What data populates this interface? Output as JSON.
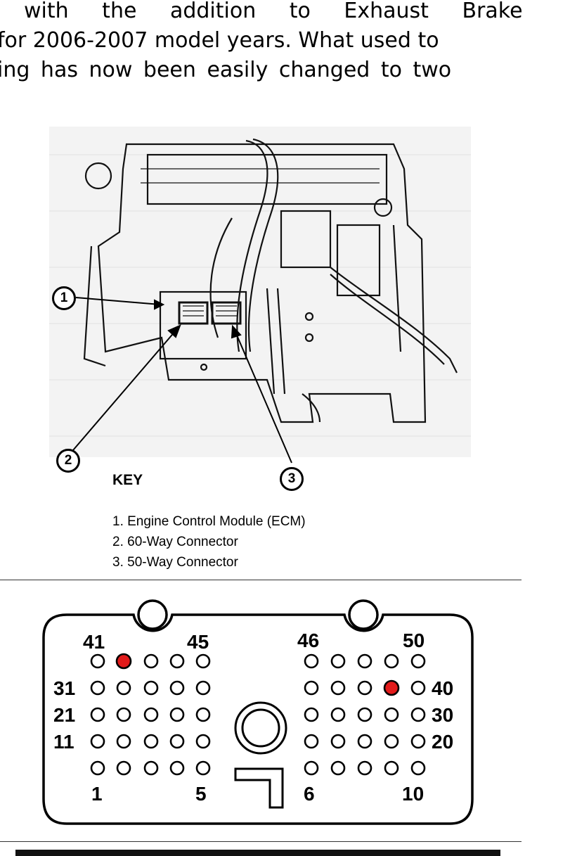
{
  "intro": {
    "lines": [
      "with the addition to Exhaust Brake",
      "for 2006-2007 model years. What used to",
      "ing has now been easily changed to two"
    ]
  },
  "figure": {
    "callouts": [
      "1",
      "2",
      "3"
    ],
    "key": {
      "title": "KEY",
      "items": [
        "1. Engine Control Module (ECM)",
        "2. 60-Way Connector",
        "3. 50-Way Connector"
      ]
    }
  },
  "connector": {
    "labels": {
      "l41": "41",
      "l45": "45",
      "l46": "46",
      "l50": "50",
      "l31": "31",
      "l40": "40",
      "l21": "21",
      "l30": "30",
      "l11": "11",
      "l20": "20",
      "l1": "1",
      "l5": "5",
      "l6": "6",
      "l10": "10"
    },
    "highlight_color": "#e21b1b",
    "highlighted_pins": [
      "42",
      "39"
    ]
  }
}
